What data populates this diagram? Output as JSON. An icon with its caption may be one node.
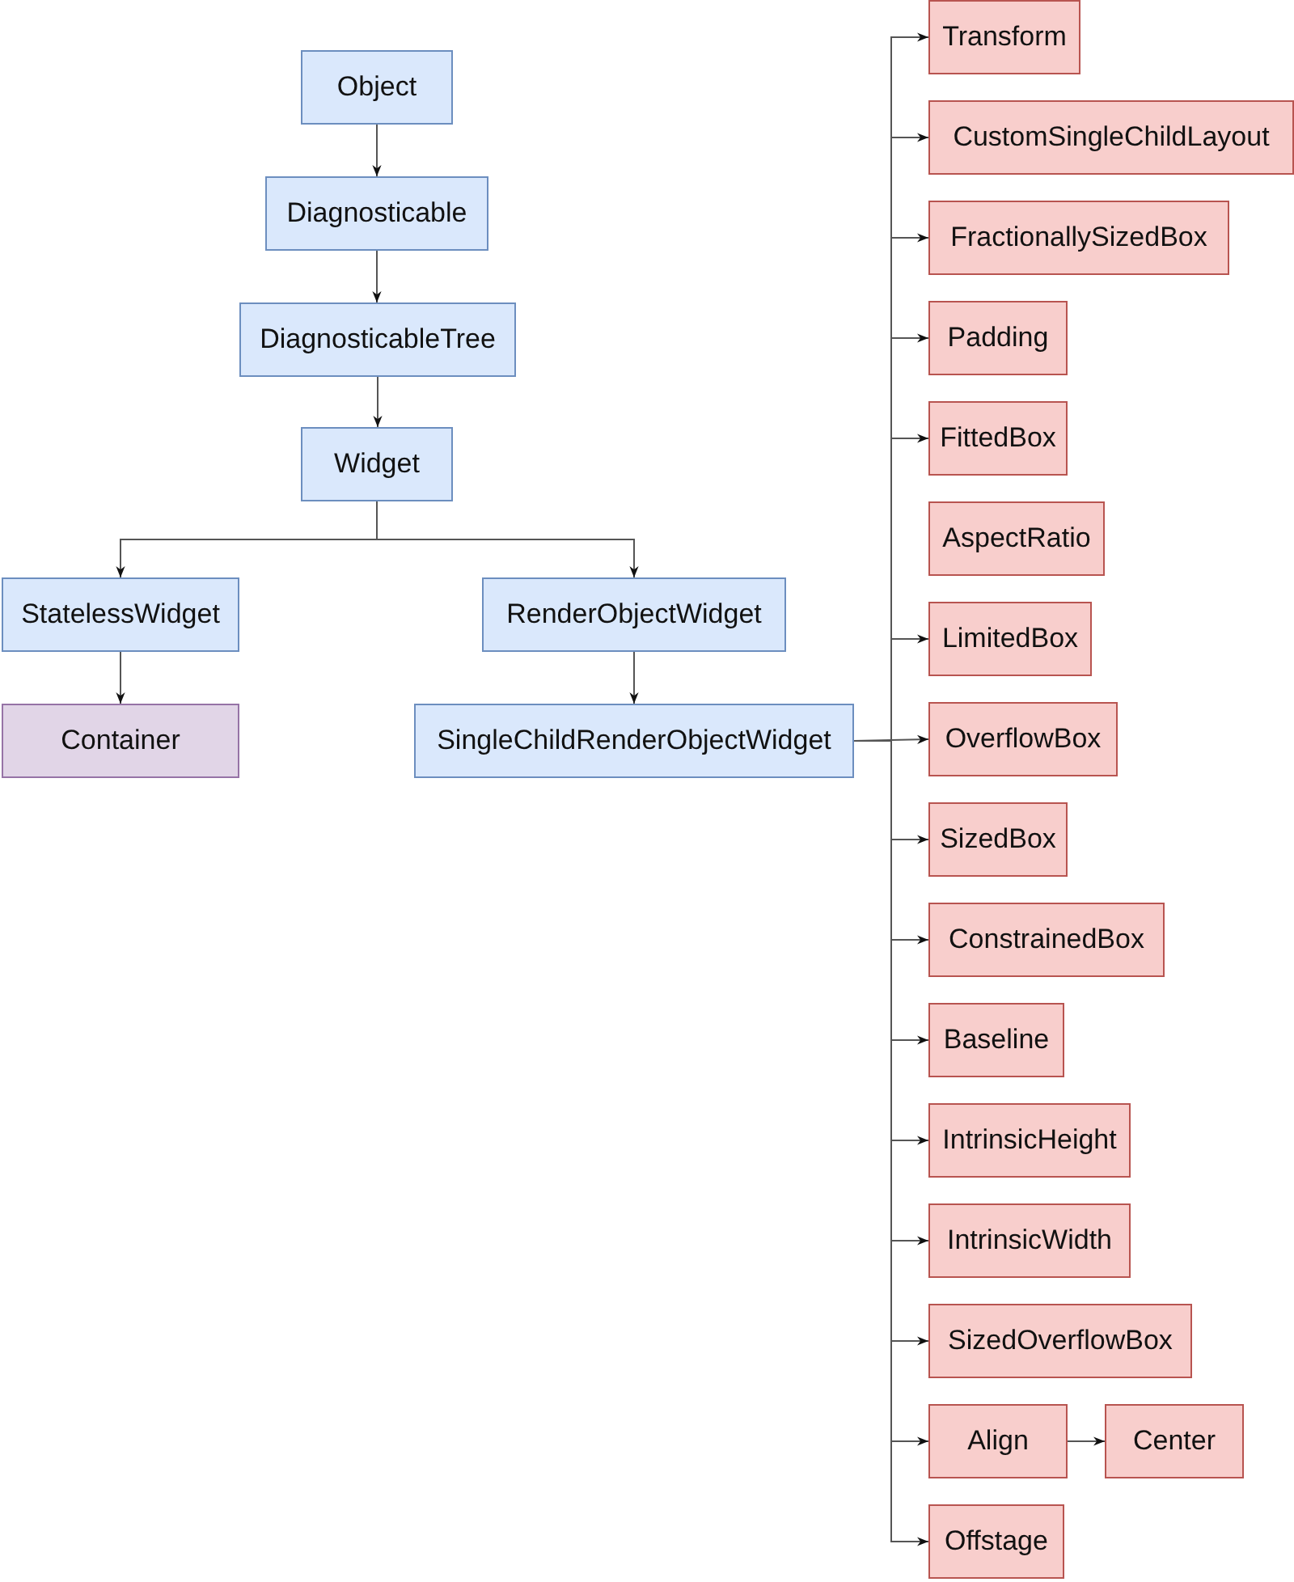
{
  "diagram": {
    "nodes": [
      {
        "text": [
          "Object"
        ]
      },
      {
        "text": [
          "Diagnosticable"
        ]
      },
      {
        "text": [
          "DiagnosticableTree"
        ]
      },
      {
        "text": [
          "Widget"
        ]
      },
      {
        "text": [
          "StatelessWidget"
        ]
      },
      {
        "text": [
          "RenderObjectWidget"
        ]
      },
      {
        "text": [
          "Container"
        ]
      },
      {
        "text": [
          "SingleChildRenderObjectWidget"
        ]
      },
      {
        "text": [
          "Transform"
        ]
      },
      {
        "text": [
          "CustomSingleChildLayout"
        ]
      },
      {
        "text": [
          "FractionallySizedBox"
        ]
      },
      {
        "text": [
          "Padding"
        ]
      },
      {
        "text": [
          "FittedBox"
        ]
      },
      {
        "text": [
          "AspectRatio"
        ]
      },
      {
        "text": [
          "LimitedBox"
        ]
      },
      {
        "text": [
          "OverflowBox"
        ]
      },
      {
        "text": [
          "SizedBox"
        ]
      },
      {
        "text": [
          "ConstrainedBox"
        ]
      },
      {
        "text": [
          "Baseline"
        ]
      },
      {
        "text": [
          "IntrinsicHeight"
        ]
      },
      {
        "text": [
          "IntrinsicWidth"
        ]
      },
      {
        "text": [
          "SizedOverflowBox"
        ]
      },
      {
        "text": [
          "Align"
        ]
      },
      {
        "text": [
          "Center"
        ]
      },
      {
        "text": [
          "Offstage"
        ]
      }
    ],
    "edges": [
      {
        "from": 0,
        "to": 1,
        "arrow": "to"
      },
      {
        "from": 1,
        "to": 2,
        "arrow": "to"
      },
      {
        "from": 2,
        "to": 3,
        "arrow": "to"
      },
      {
        "from": 3,
        "to": 4,
        "arrow": "to"
      },
      {
        "from": 3,
        "to": 5,
        "arrow": "to"
      },
      {
        "from": 4,
        "to": 6,
        "arrow": "to"
      },
      {
        "from": 5,
        "to": 7,
        "arrow": "to"
      },
      {
        "from": 7,
        "to": 8,
        "arrow": "to"
      },
      {
        "from": 7,
        "to": 9,
        "arrow": "to"
      },
      {
        "from": 7,
        "to": 10,
        "arrow": "to"
      },
      {
        "from": 7,
        "to": 11,
        "arrow": "to"
      },
      {
        "from": 7,
        "to": 12,
        "arrow": "to"
      },
      {
        "from": 7,
        "to": 14,
        "arrow": "to"
      },
      {
        "from": 7,
        "to": 15,
        "arrow": "to"
      },
      {
        "from": 7,
        "to": 16,
        "arrow": "to"
      },
      {
        "from": 7,
        "to": 17,
        "arrow": "to"
      },
      {
        "from": 7,
        "to": 18,
        "arrow": "to"
      },
      {
        "from": 7,
        "to": 19,
        "arrow": "to"
      },
      {
        "from": 7,
        "to": 20,
        "arrow": "to"
      },
      {
        "from": 7,
        "to": 21,
        "arrow": "to"
      },
      {
        "from": 7,
        "to": 22,
        "arrow": "to"
      },
      {
        "from": 7,
        "to": 24,
        "arrow": "to"
      },
      {
        "from": 22,
        "to": 23,
        "arrow": "to"
      }
    ]
  }
}
